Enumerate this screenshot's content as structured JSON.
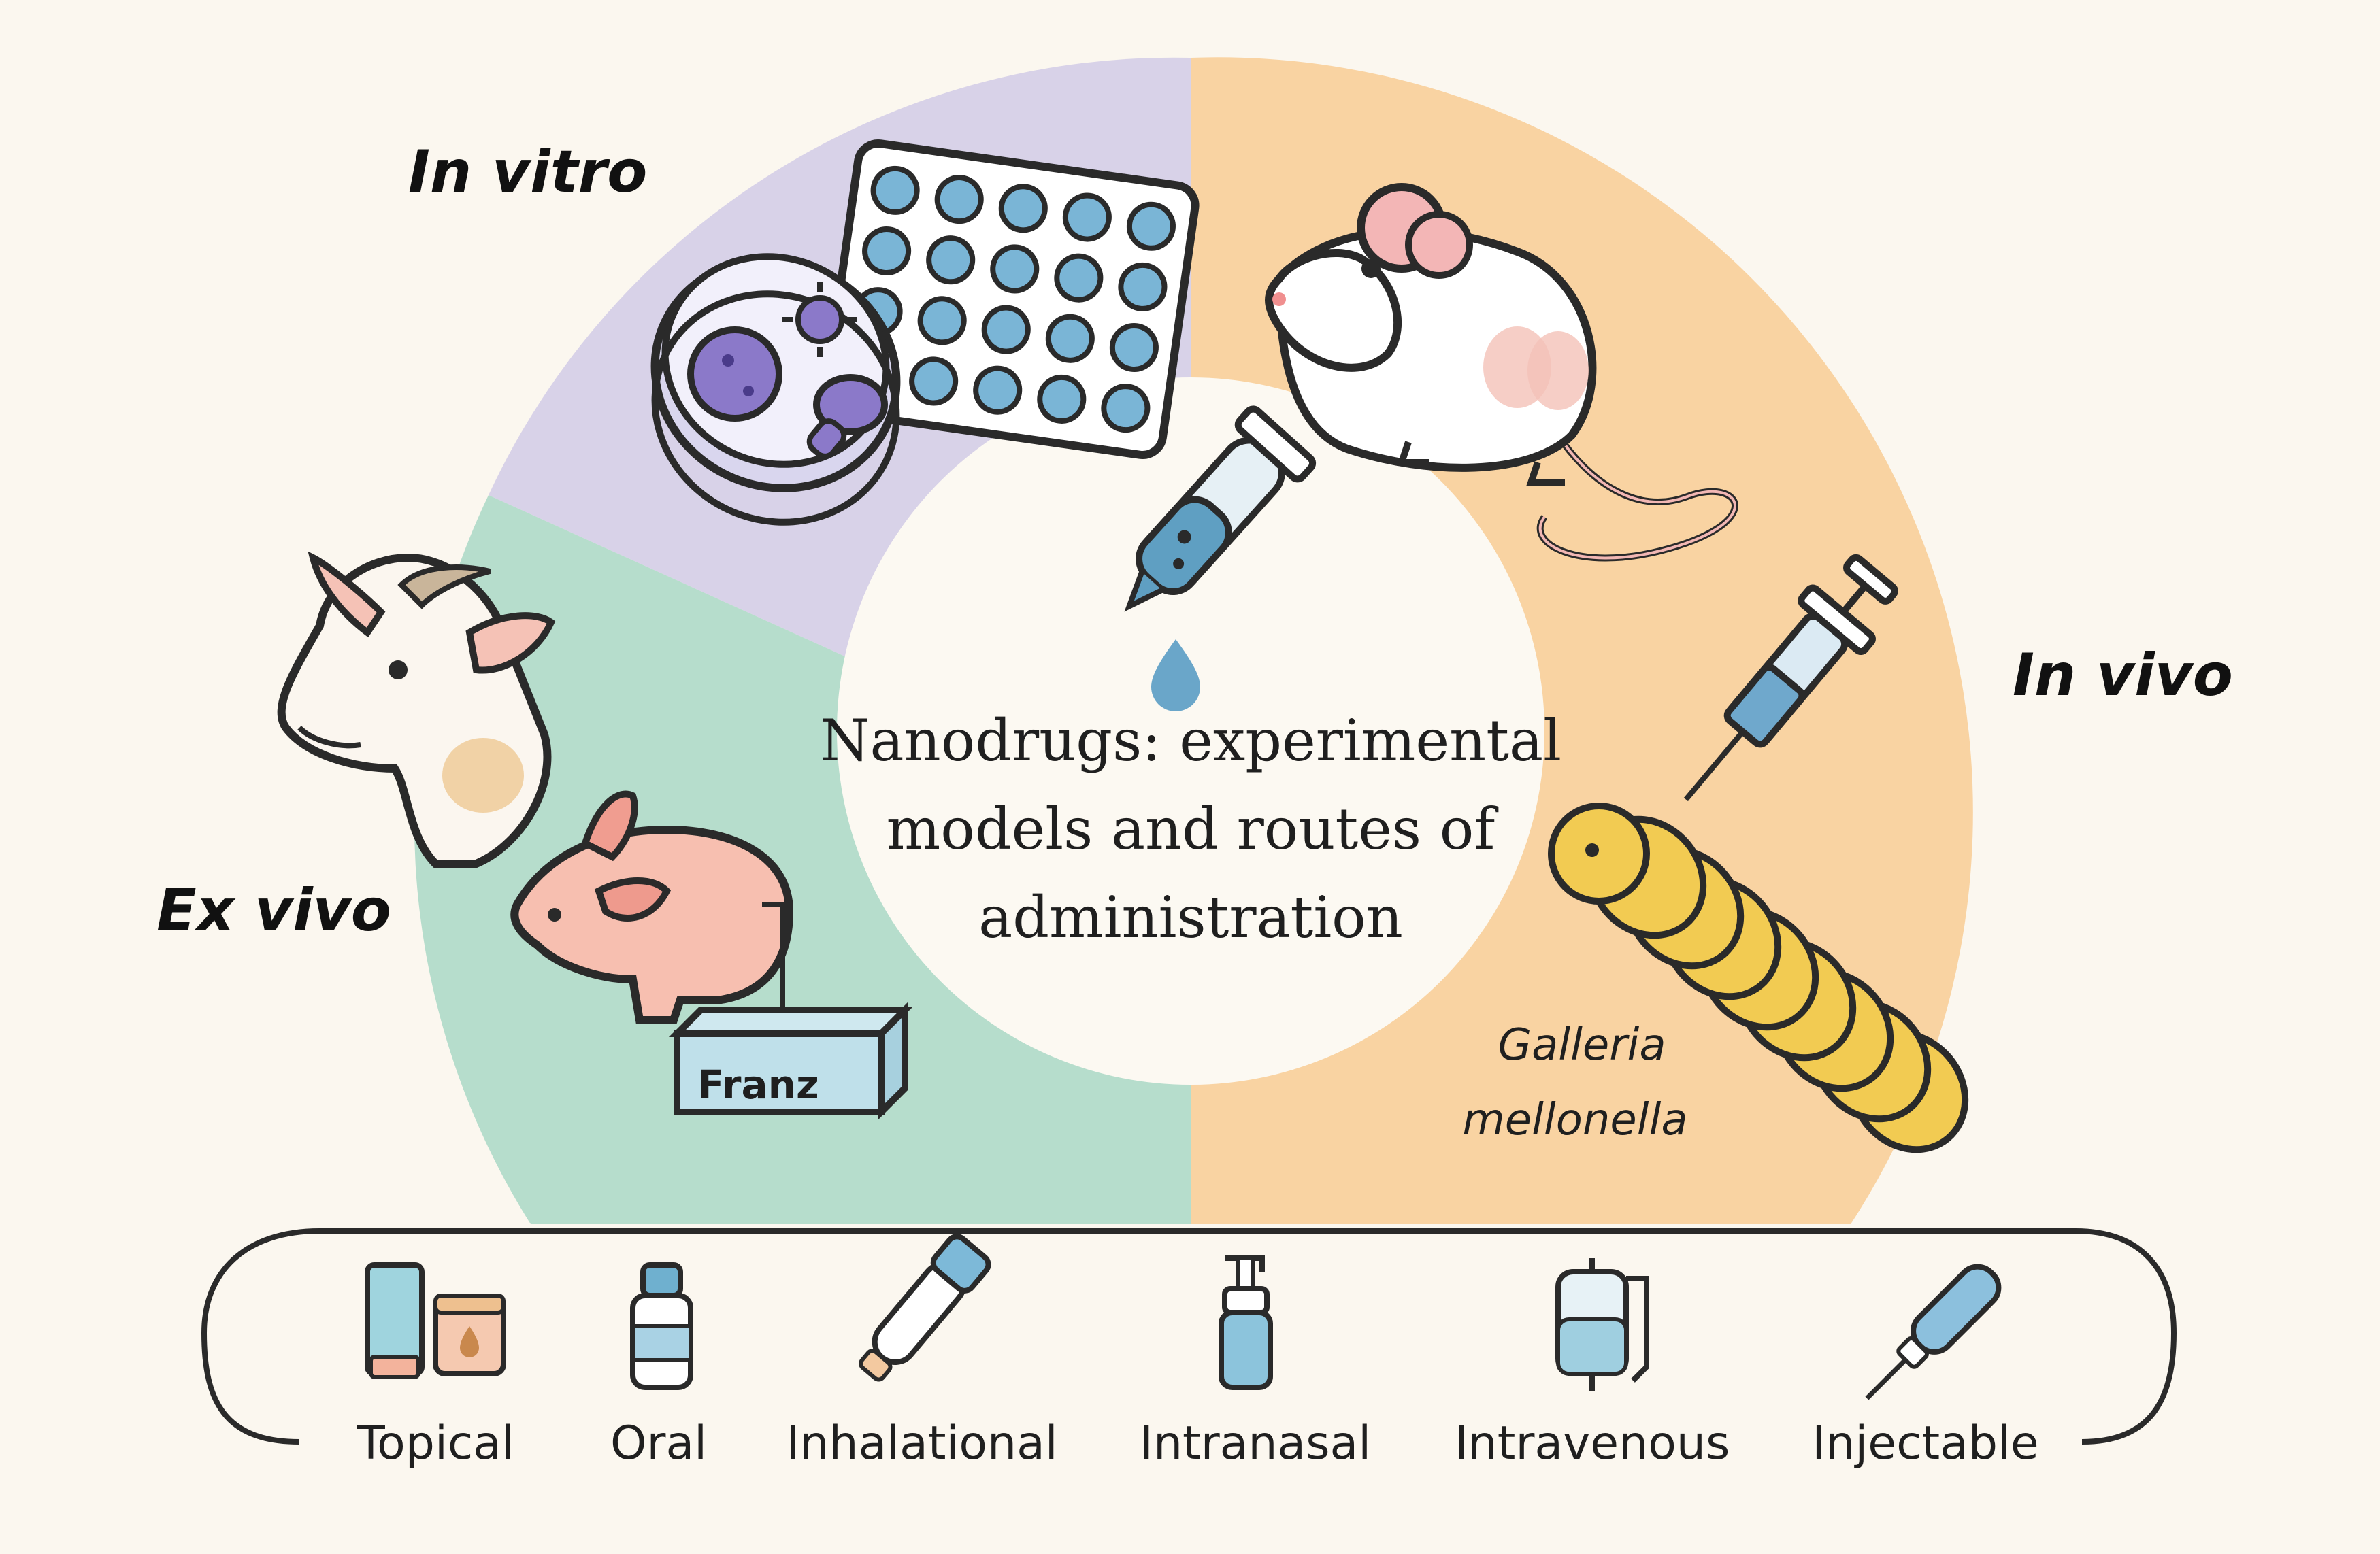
{
  "center": {
    "title_lines": [
      "Nanodrugs: experimental",
      "models and routes of",
      "administration"
    ]
  },
  "sections": {
    "in_vitro": "In vitro",
    "in_vivo": "In vivo",
    "ex_vivo": "Ex vivo"
  },
  "labels": {
    "franz": "Franz",
    "galleria_line1": "Galleria",
    "galleria_line2": "mellonella"
  },
  "routes": [
    {
      "label": "Topical",
      "icon": "topical-tube-jar-icon"
    },
    {
      "label": "Oral",
      "icon": "oral-bottle-icon"
    },
    {
      "label": "Inhalational",
      "icon": "inhaler-icon"
    },
    {
      "label": "Intranasal",
      "icon": "nasal-spray-icon"
    },
    {
      "label": "Intravenous",
      "icon": "iv-bag-icon"
    },
    {
      "label": "Injectable",
      "icon": "syringe-icon"
    }
  ],
  "colors": {
    "background": "#fbf7ef",
    "in_vitro": "#d8d2e8",
    "ex_vivo": "#b6ddcc",
    "in_vivo": "#f9d3a2",
    "center_disc": "#fcf9f2",
    "accent_blue": "#7ab5d6",
    "outline": "#2a2a2a"
  }
}
